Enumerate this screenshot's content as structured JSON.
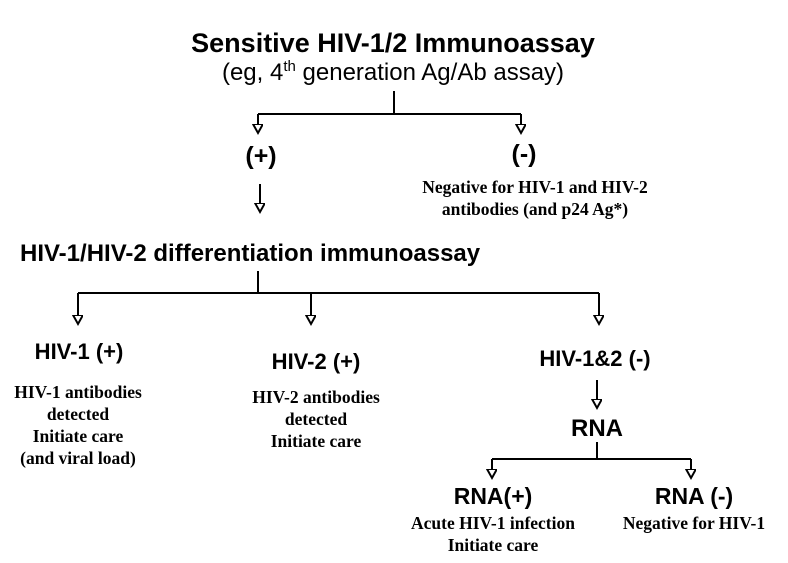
{
  "title": {
    "line1": "Sensitive HIV-1/2 Immunoassay",
    "line2_prefix": "(eg, 4",
    "line2_sup": "th",
    "line2_suffix": " generation Ag/Ab assay)"
  },
  "first_branch": {
    "positive_label": "(+)",
    "negative_label": "(-)",
    "negative_note_line1": "Negative for HIV-1 and HIV-2",
    "negative_note_line2": "antibodies (and p24 Ag*)"
  },
  "differentiation": {
    "heading": "HIV-1/HIV-2 differentiation immunoassay"
  },
  "columns": [
    {
      "heading": "HIV-1 (+)",
      "lines": [
        "HIV-1 antibodies",
        "detected",
        "Initiate care",
        "(and viral load)"
      ]
    },
    {
      "heading": "HIV-2 (+)",
      "lines": [
        "HIV-2 antibodies",
        "detected",
        "Initiate care"
      ]
    },
    {
      "heading": "HIV-1&2 (-)"
    }
  ],
  "rna": {
    "label": "RNA",
    "positive": {
      "heading": "RNA(+)",
      "lines": [
        "Acute HIV-1 infection",
        "Initiate care"
      ]
    },
    "negative": {
      "heading": "RNA (-)",
      "lines": [
        "Negative for HIV-1"
      ]
    }
  },
  "colors": {
    "line": "#000000",
    "text": "#000000",
    "background": "#ffffff"
  }
}
